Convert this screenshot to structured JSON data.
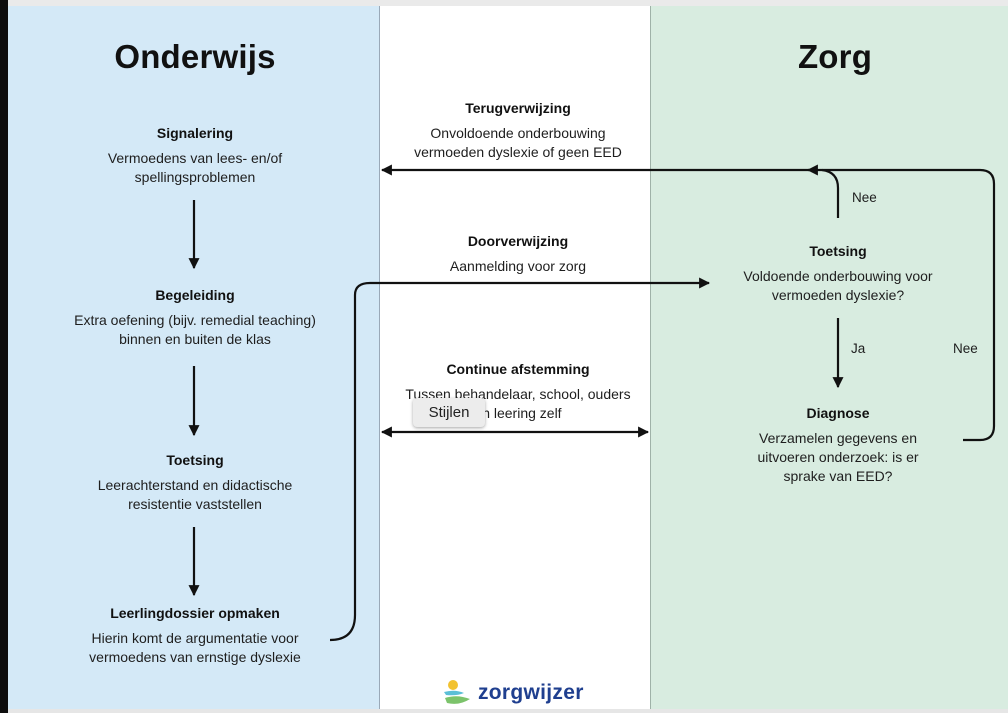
{
  "columns": {
    "left_heading": "Onderwijs",
    "right_heading": "Zorg"
  },
  "onderwijs": [
    {
      "title": "Signalering",
      "desc": "Vermoedens van lees- en/of spellingsproblemen"
    },
    {
      "title": "Begeleiding",
      "desc": "Extra oefening (bijv. remedial teaching) binnen en buiten de klas"
    },
    {
      "title": "Toetsing",
      "desc": "Leerachterstand en didactische resistentie vaststellen"
    },
    {
      "title": "Leerlingdossier opmaken",
      "desc": "Hierin komt de argumentatie voor vermoedens van ernstige dyslexie"
    }
  ],
  "middle": [
    {
      "title": "Terugverwijzing",
      "desc": "Onvoldoende onderbouwing vermoeden dyslexie of geen EED"
    },
    {
      "title": "Doorverwijzing",
      "desc": "Aanmelding voor zorg"
    },
    {
      "title": "Continue afstemming",
      "desc": "Tussen behandelaar, school, ouders en leering zelf"
    }
  ],
  "zorg": [
    {
      "title": "Toetsing",
      "desc": "Voldoende onderbouwing voor vermoeden dyslexie?"
    },
    {
      "title": "Diagnose",
      "desc": "Verzamelen gegevens en uitvoeren onderzoek: is er sprake van EED?"
    }
  ],
  "edge_labels": {
    "nee_top": "Nee",
    "ja": "Ja",
    "nee_right": "Nee"
  },
  "tooltip": "Stijlen",
  "brand": {
    "name": "zorgwijzer",
    "text_color": "#1f3f8f",
    "mark_colors": [
      "#f2c230",
      "#5bbfd6",
      "#7cc36b"
    ]
  },
  "colors": {
    "onderwijs_bg": "#d4e9f7",
    "zorg_bg": "#d8ece0",
    "arrow": "#111111"
  }
}
